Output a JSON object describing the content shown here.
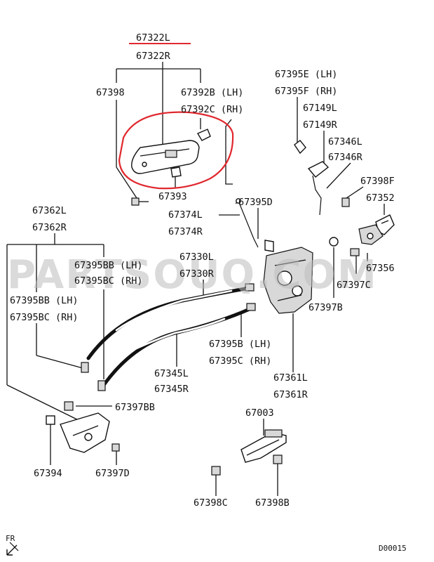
{
  "watermark": "PARTSOUQ.COM",
  "diagram_code": "D00015",
  "direction_label": "FR",
  "highlight_color": "#e0282e",
  "labels": {
    "l67322L": "67322L",
    "l67322R": "67322R",
    "l67398": "67398",
    "l67392B": "67392B (LH)",
    "l67392C": "67392C (RH)",
    "l67393": "67393",
    "l67374L": "67374L",
    "l67374R": "67374R",
    "l67395D": "67395D",
    "l67395E": "67395E (LH)",
    "l67395F": "67395F (RH)",
    "l67149L": "67149L",
    "l67149R": "67149R",
    "l67346L": "67346L",
    "l67346R": "67346R",
    "l67398F": "67398F",
    "l67352": "67352",
    "l67356": "67356",
    "l67397C": "67397C",
    "l67397B": "67397B",
    "l67362L": "67362L",
    "l67362R": "67362R",
    "l67395BB_top": "67395BB (LH)",
    "l67395BC_top": "67395BC (RH)",
    "l67395BB_left": "67395BB (LH)",
    "l67395BC_left": "67395BC (RH)",
    "l67330L": "67330L",
    "l67330R": "67330R",
    "l67395B": "67395B (LH)",
    "l67395C": "67395C (RH)",
    "l67345L": "67345L",
    "l67345R": "67345R",
    "l67361L": "67361L",
    "l67361R": "67361R",
    "l67397BB": "67397BB",
    "l67003": "67003",
    "l67394": "67394",
    "l67397D": "67397D",
    "l67398C": "67398C",
    "l67398B": "67398B"
  }
}
